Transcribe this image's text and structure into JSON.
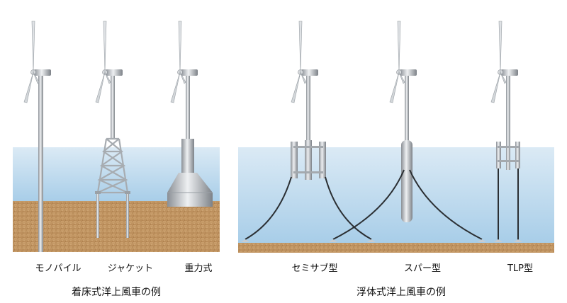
{
  "fixed_group": {
    "types": [
      {
        "id": "monopile",
        "label": "モノパイル"
      },
      {
        "id": "jacket",
        "label": "ジャケット"
      },
      {
        "id": "gravity",
        "label": "重力式"
      }
    ],
    "caption": "着床式洋上風車の例"
  },
  "floating_group": {
    "types": [
      {
        "id": "semisub",
        "label": "セミサブ型"
      },
      {
        "id": "spar",
        "label": "スパー型"
      },
      {
        "id": "tlp",
        "label": "TLP型"
      }
    ],
    "caption": "浮体式洋上風車の例"
  },
  "colors": {
    "water_top": "#cfe4f2",
    "water_bottom": "#a9cfe8",
    "seabed": "#c79a66",
    "steel_light": "#e8eaec",
    "steel_dark": "#8c9196",
    "mooring": "#2b2f33"
  }
}
